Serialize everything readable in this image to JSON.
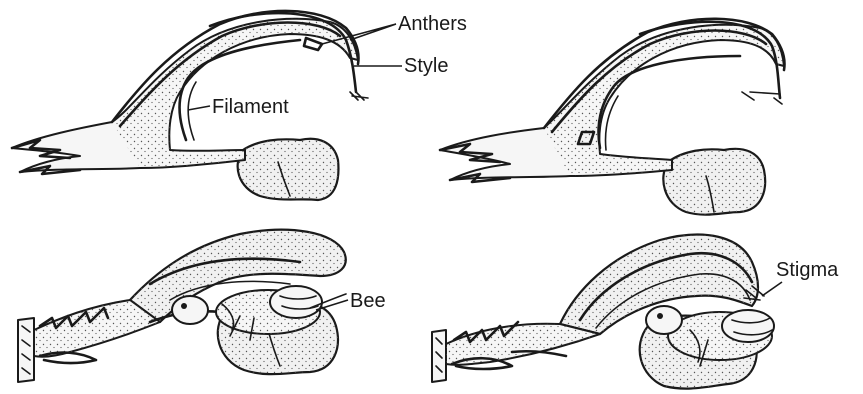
{
  "labels": {
    "anthers": "Anthers",
    "style": "Style",
    "filament": "Filament",
    "bee": "Bee",
    "stigma": "Stigma"
  },
  "colors": {
    "ink": "#1a1a1a",
    "paper": "#ffffff",
    "stipple": "#555555"
  }
}
